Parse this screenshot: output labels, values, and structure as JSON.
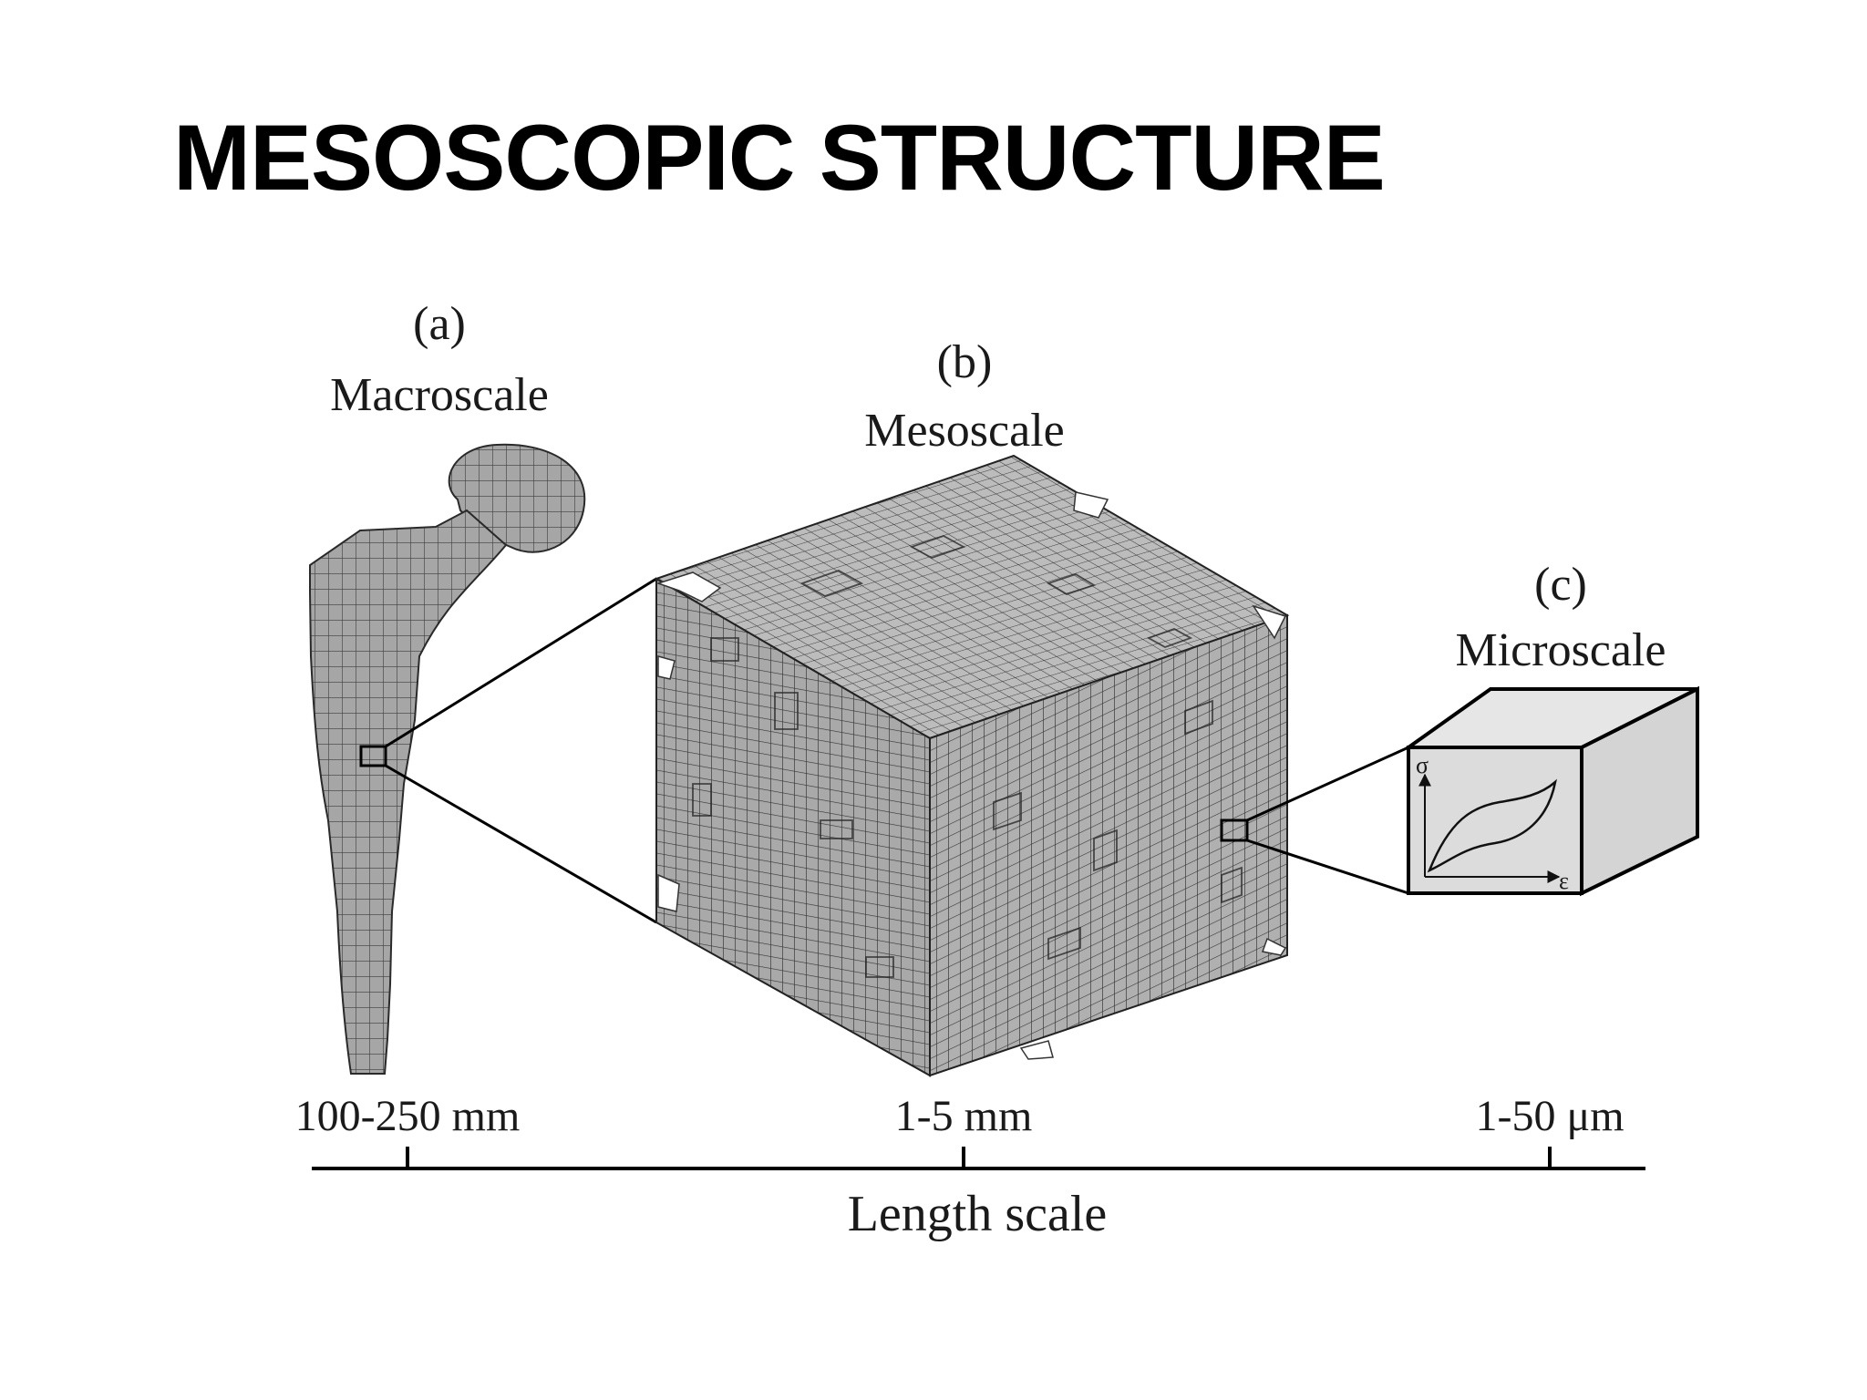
{
  "slide": {
    "title": "MESOSCOPIC STRUCTURE"
  },
  "diagram": {
    "panels": [
      {
        "letter": "(a)",
        "name": "Macroscale"
      },
      {
        "letter": "(b)",
        "name": "Mesoscale"
      },
      {
        "letter": "(c)",
        "name": "Microscale"
      }
    ],
    "graph": {
      "y_symbol": "σ",
      "x_symbol": "ε"
    },
    "scale_axis": {
      "label": "Length scale",
      "ticks": [
        "100-250 mm",
        "1-5 mm",
        "1-50 μm"
      ]
    },
    "colors": {
      "mesh_fill": "#a6a6a6",
      "mesh_line": "#3a3a3a",
      "box_fill": "#dedede"
    }
  }
}
